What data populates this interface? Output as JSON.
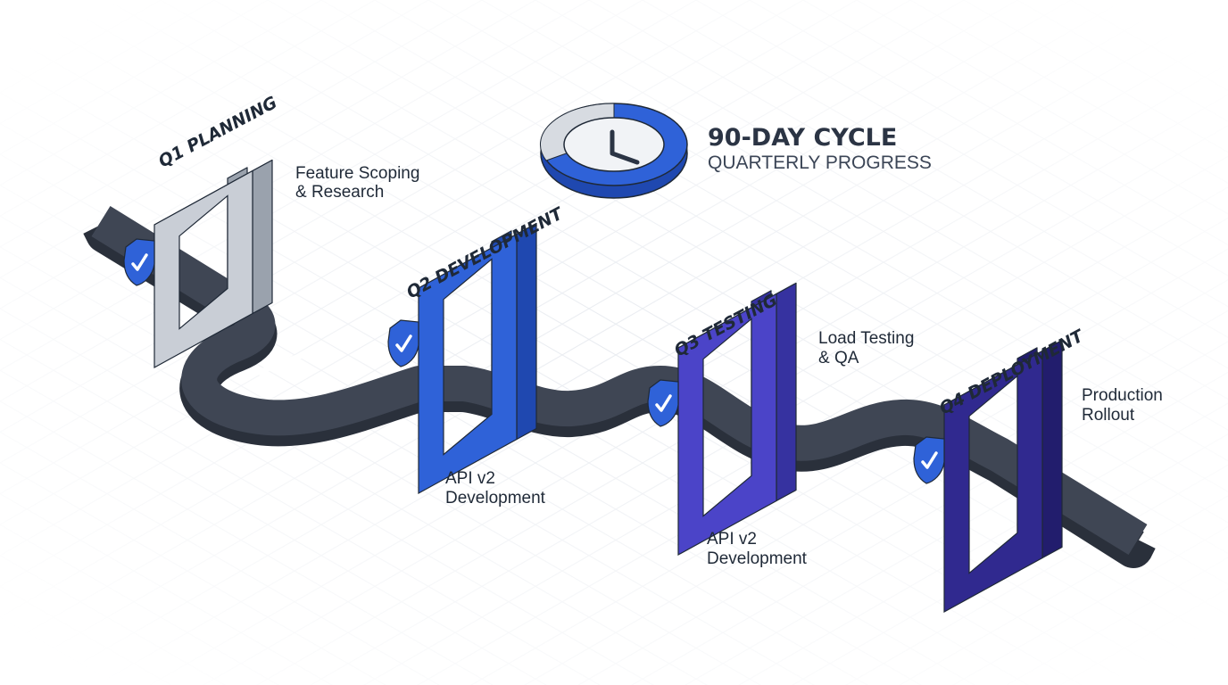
{
  "header": {
    "cycle_title": "90-DAY CYCLE",
    "cycle_subtitle": "QUARTERLY PROGRESS",
    "clock_icon": "clock-icon",
    "cycle_progress_fraction": 0.75
  },
  "colors": {
    "road": "#3f4654",
    "road_edge": "#2a303b",
    "shield": "#2f62d8",
    "grid": "#e6e9ee"
  },
  "phases": [
    {
      "title": "Q1 PLANNING",
      "description_lines": [
        "Feature Scoping",
        "& Research"
      ],
      "gate_color": "#c9ced6",
      "gate_side_color": "#9aa2ad",
      "status_icon": "shield-check-icon",
      "status": "complete"
    },
    {
      "title": "Q2 DEVELOPMENT",
      "description_lines": [
        "API v2",
        "Development"
      ],
      "gate_color": "#2f62d8",
      "gate_side_color": "#1f48b0",
      "status_icon": "shield-check-icon",
      "status": "complete"
    },
    {
      "title": "Q3 TESTING",
      "description_lines": [
        "Load Testing",
        "& QA"
      ],
      "extra_lines": [
        "API v2",
        "Development"
      ],
      "gate_color": "#4b44c8",
      "gate_side_color": "#3632a0",
      "status_icon": "shield-check-icon",
      "status": "complete"
    },
    {
      "title": "Q4 DEPLOYMENT",
      "description_lines": [
        "Production",
        "Rollout"
      ],
      "gate_color": "#30298f",
      "gate_side_color": "#221d6d",
      "status_icon": "shield-check-icon",
      "status": "complete"
    }
  ]
}
